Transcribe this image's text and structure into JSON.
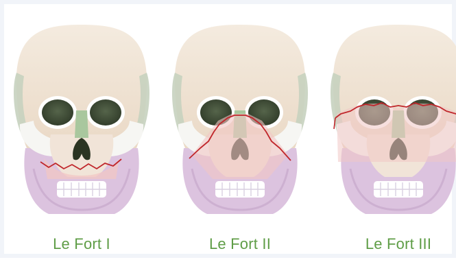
{
  "labels": {
    "fracture_1": "Le Fort I",
    "fracture_2": "Le Fort II",
    "fracture_3": "Le Fort III"
  },
  "colors": {
    "label_green": "#5f9d47",
    "cranium": "#efe3d5",
    "cranium_shadow": "#e3d2c0",
    "jaw": "#dcc3df",
    "fracture_line": "#c0262b",
    "orbit": "#3f4d34",
    "nasal": "#a9c79e",
    "teeth": "#ffffff",
    "zygoma": "#f6f6f3",
    "fractured_segment": "#f1c7c4"
  },
  "icons": [
    "skull-illustration",
    "fracture-line"
  ]
}
